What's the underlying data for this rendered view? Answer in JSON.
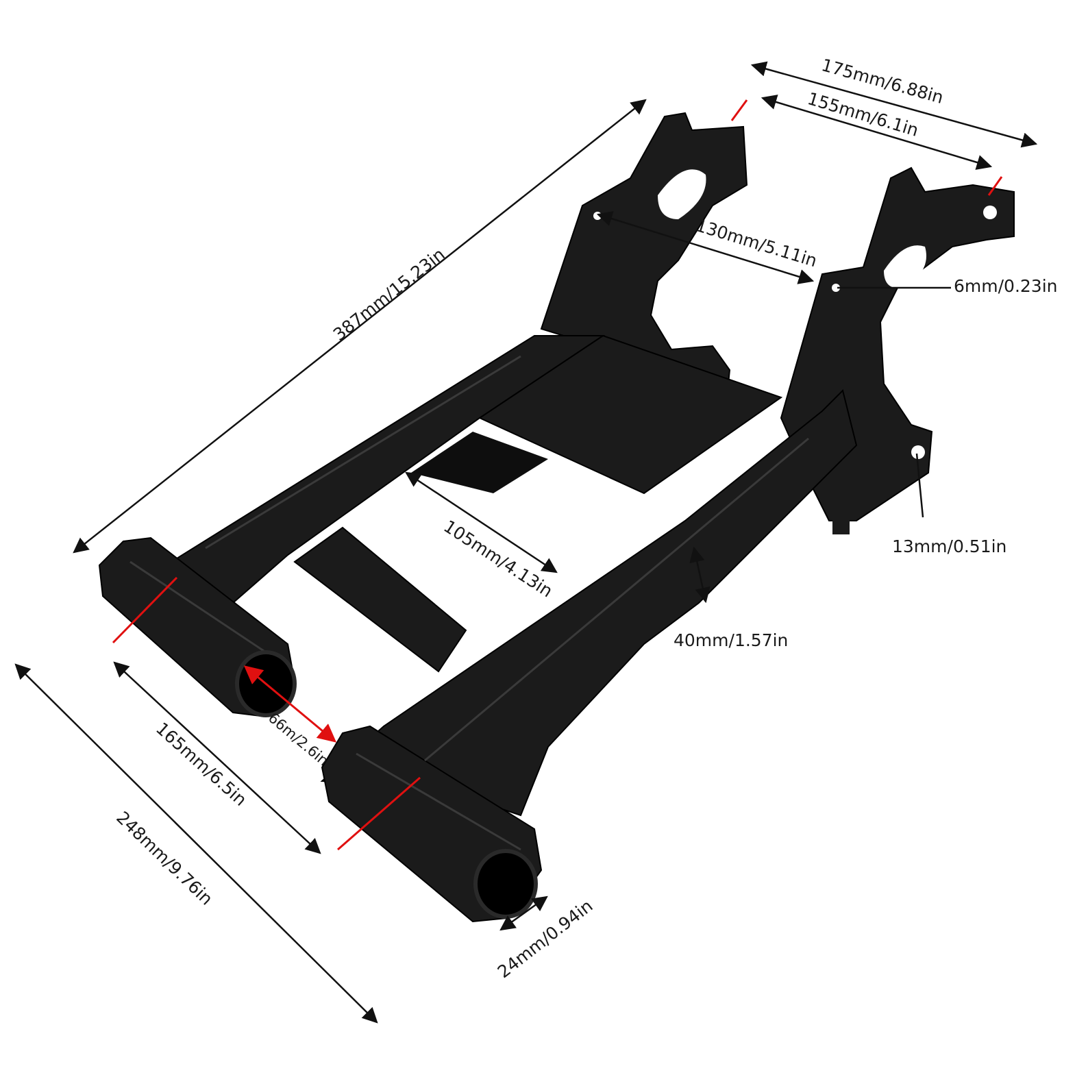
{
  "colors": {
    "background": "#ffffff",
    "part": "#1b1b1b",
    "part_highlight": "#333333",
    "dimension_line": "#111111",
    "marker_red": "#e01010"
  },
  "dimensions": {
    "overall_length": "387mm/15.23in",
    "outer_width_top": "175mm/6.88in",
    "inner_width_top": "155mm/6.1in",
    "mount_hole_spacing": "130mm/5.11in",
    "small_hole": "6mm/0.23in",
    "large_hole": "13mm/0.51in",
    "inner_opening": "105mm/4.13in",
    "tube_height": "40mm/1.57in",
    "bushing_spacing": "66m/2.6in",
    "inner_bushing_width": "165mm/6.5in",
    "outer_bushing_width": "248mm/9.76in",
    "bushing_bore": "24mm/0.94in"
  }
}
